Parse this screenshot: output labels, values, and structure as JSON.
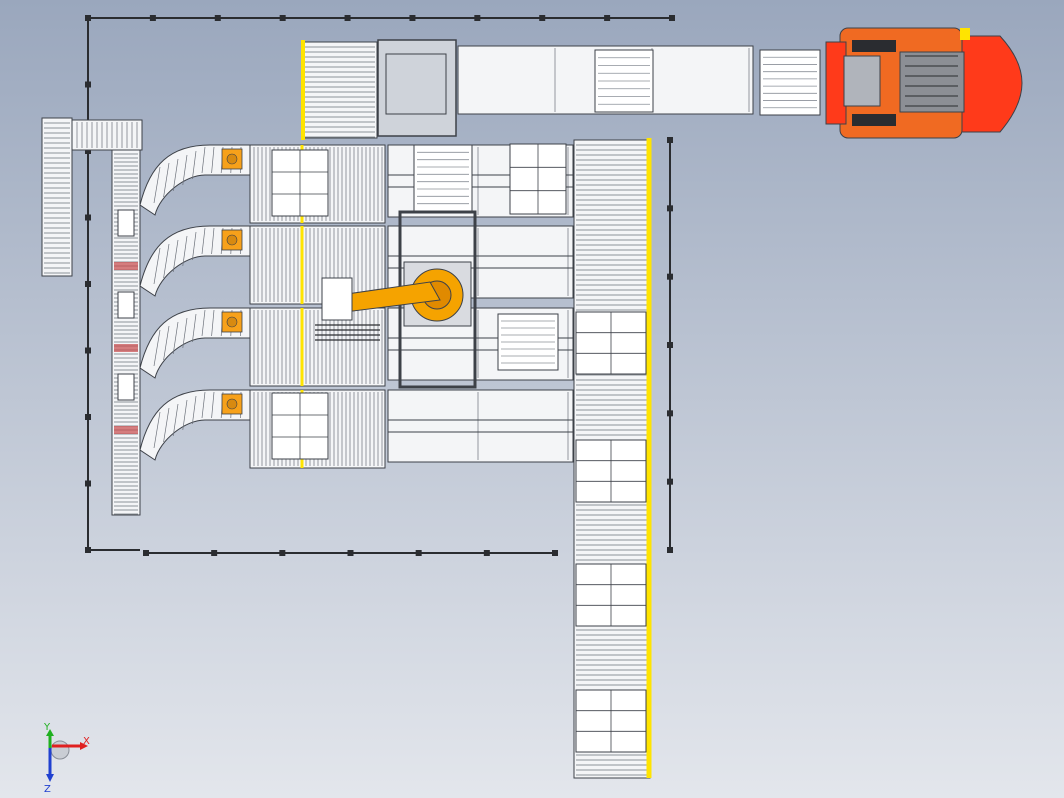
{
  "scene": {
    "background_top": "#9aa7bd",
    "background_bottom": "#e3e6ec",
    "steel": "#f4f5f7",
    "outline": "#3d4148",
    "dark": "#2a2c30",
    "guard_yellow": "#ffe400",
    "robot_orange": "#f5a300",
    "forklift_red": "#ff3a1a",
    "forklift_orange": "#f06a22",
    "marker_orange": "#f7a11a"
  },
  "triad": {
    "x_label": "X",
    "y_label": "Y",
    "z_label": "Z",
    "x_color": "#e02020",
    "y_color": "#20b020",
    "z_color": "#2040d0"
  },
  "components": {
    "infeed_conveyor": "infeed-conveyor",
    "accumulation_conveyor": "accumulation-conveyor",
    "curve_conveyors": [
      "curve-conveyor-1",
      "curve-conveyor-2",
      "curve-conveyor-3",
      "curve-conveyor-4"
    ],
    "palletizing_robot": "palletizing-robot",
    "pallet_outfeed": "pallet-outfeed-conveyor",
    "forklift": "forklift"
  }
}
